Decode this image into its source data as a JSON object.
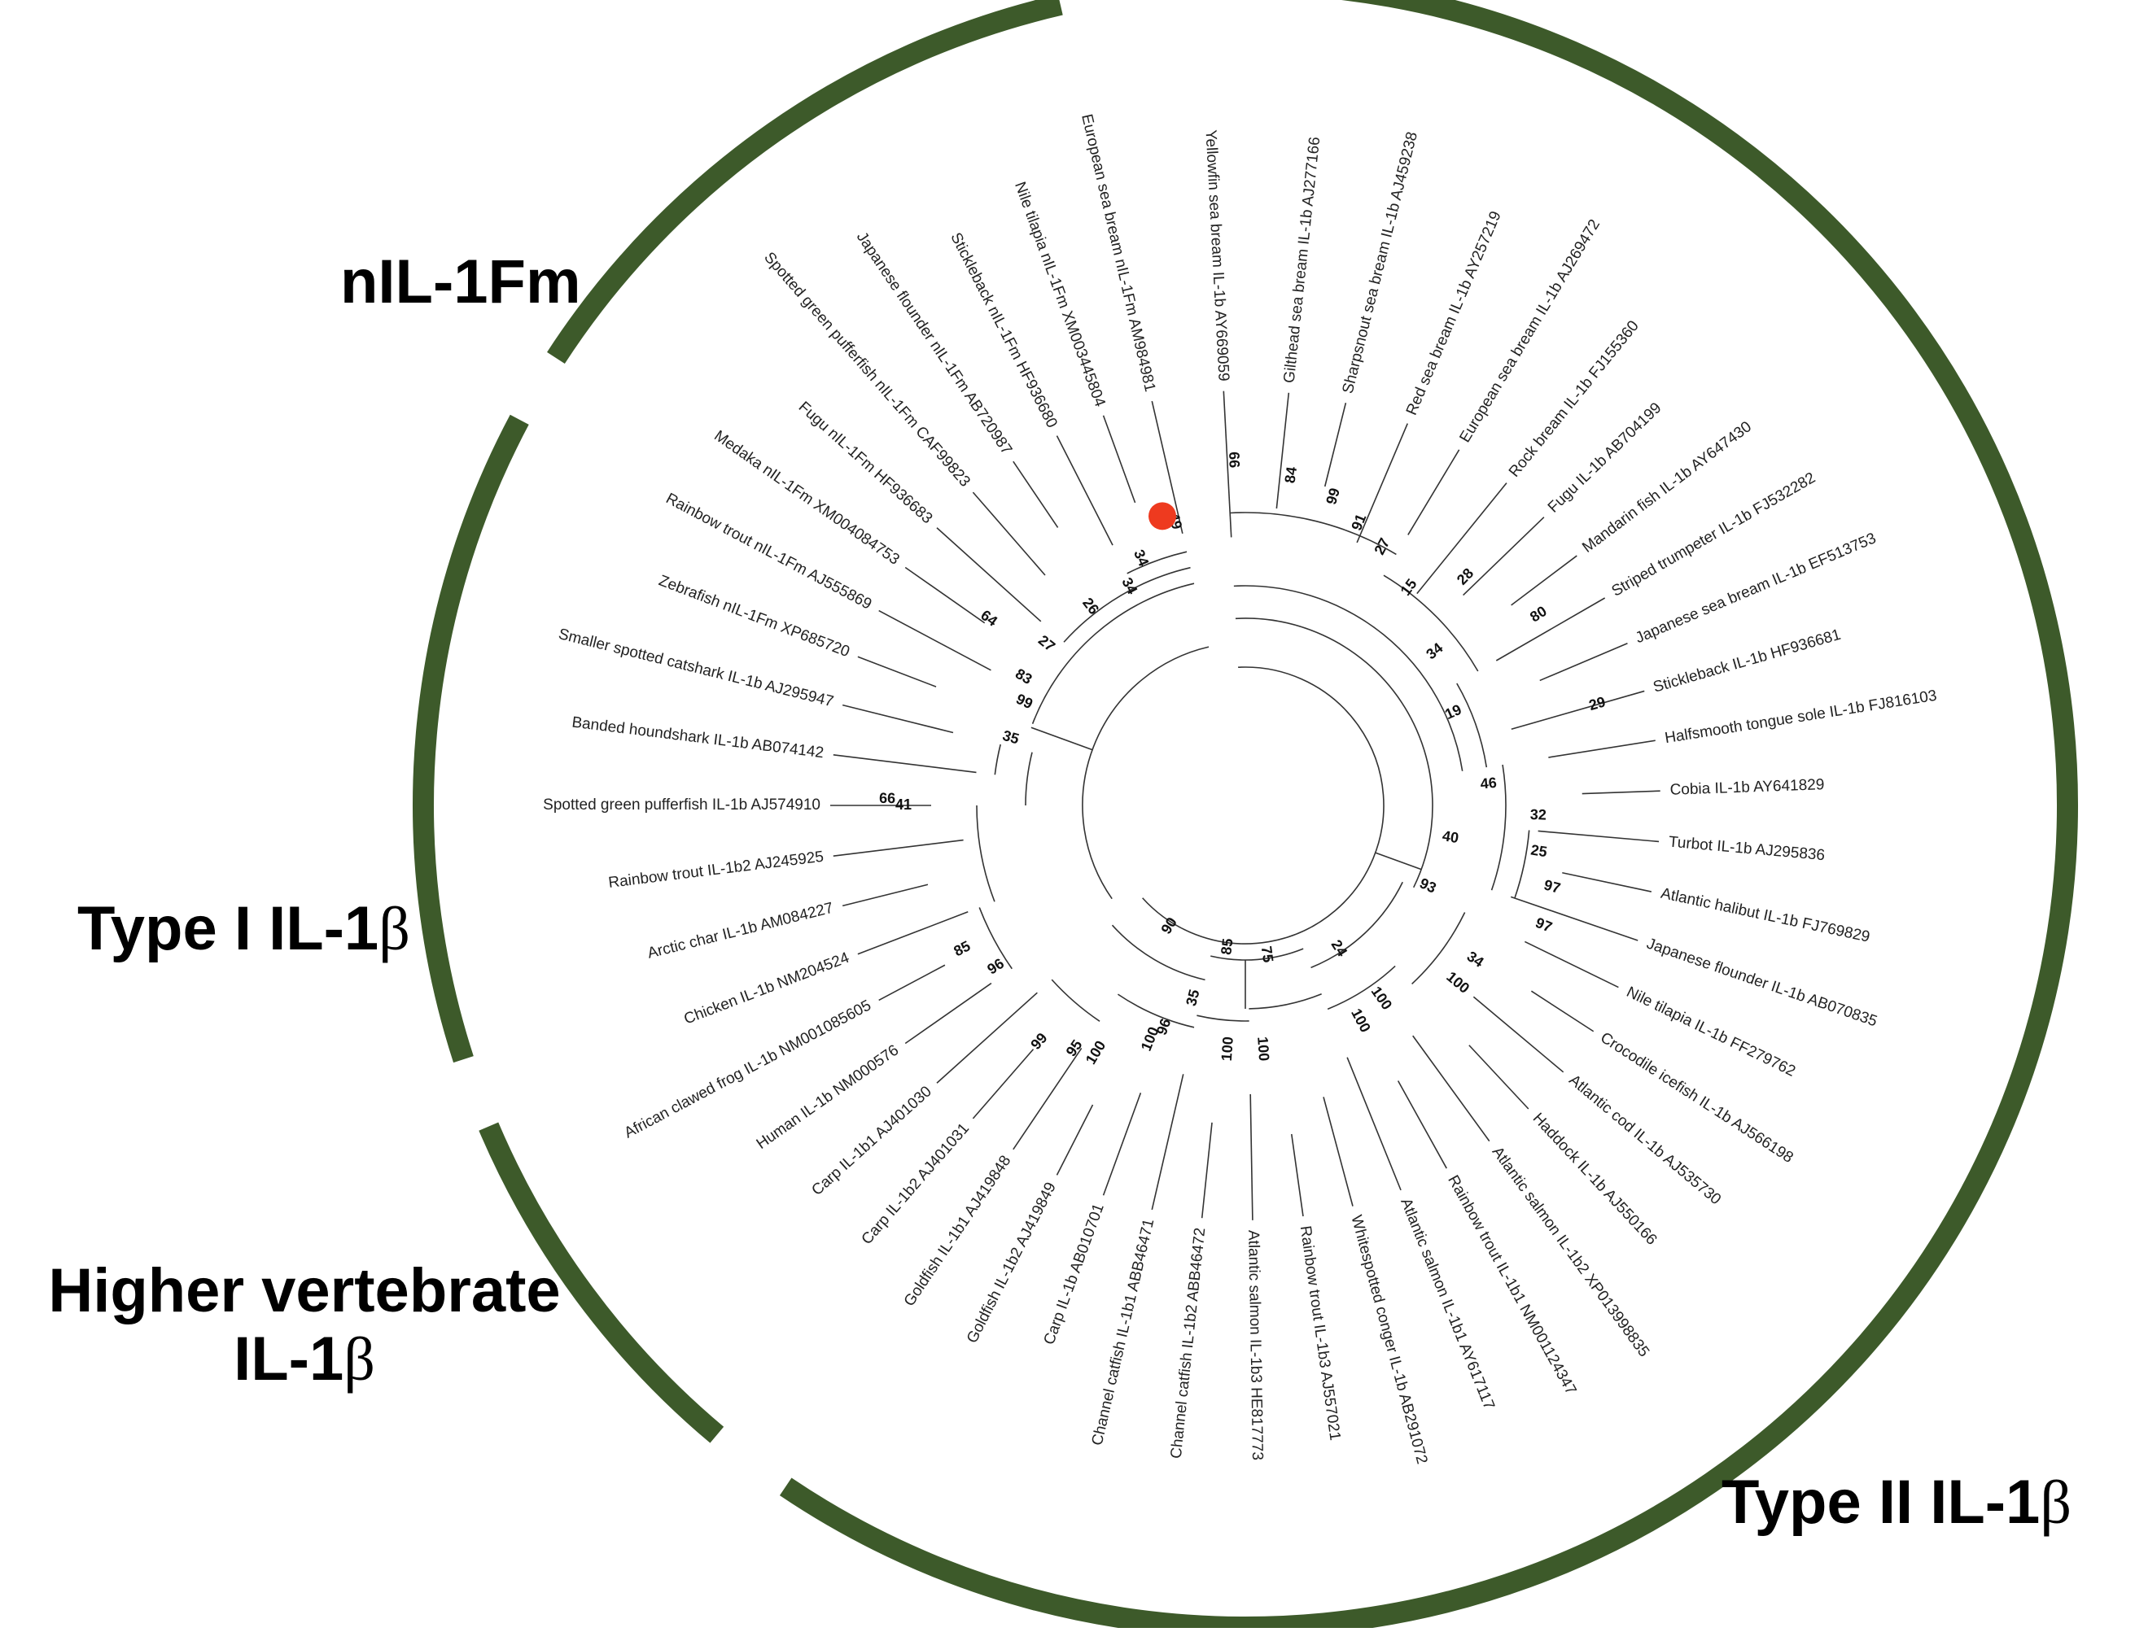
{
  "colors": {
    "arc": "#3d5a2a",
    "branch": "#333333",
    "marker": "#ee3a1f"
  },
  "groups": [
    {
      "id": "nil1fm",
      "parts": [
        "nIL-1Fm"
      ]
    },
    {
      "id": "type1",
      "parts": [
        "Type I IL-1",
        "β"
      ]
    },
    {
      "id": "higher",
      "parts": [
        "Higher vertebrate",
        "IL-1",
        "β"
      ]
    },
    {
      "id": "type2",
      "parts": [
        "Type II IL-1",
        "β"
      ]
    }
  ],
  "leaves": [
    {
      "label": "Yellowfin sea bream IL-1b AY669059",
      "angle": -93
    },
    {
      "label": "Gilthead sea bream IL-1b AJ277166",
      "angle": -84
    },
    {
      "label": "Sharpsnout sea bream IL-1b AJ459238",
      "angle": -76
    },
    {
      "label": "Red sea bream IL-1b AY257219",
      "angle": -67
    },
    {
      "label": "European sea bream IL-1b AJ269472",
      "angle": -59
    },
    {
      "label": "Rock bream IL-1b FJ155360",
      "angle": -51
    },
    {
      "label": "Fugu IL-1b AB704199",
      "angle": -44
    },
    {
      "label": "Mandarin fish IL-1b AY647430",
      "angle": -37
    },
    {
      "label": "Striped trumpeter IL-1b FJ532282",
      "angle": -30
    },
    {
      "label": "Japanese sea bream IL-1b EF513753",
      "angle": -23
    },
    {
      "label": "Stickleback IL-1b HF936681",
      "angle": -16
    },
    {
      "label": "Halfsmooth tongue sole IL-1b FJ816103",
      "angle": -9
    },
    {
      "label": "Cobia IL-1b AY641829",
      "angle": -2
    },
    {
      "label": "Turbot IL-1b AJ295836",
      "angle": 5
    },
    {
      "label": "Atlantic halibut IL-1b FJ769829",
      "angle": 12
    },
    {
      "label": "Japanese flounder IL-1b AB070835",
      "angle": 19
    },
    {
      "label": "Nile tilapia IL-1b FF279762",
      "angle": 26
    },
    {
      "label": "Crocodile icefish IL-1b AJ566198",
      "angle": 33
    },
    {
      "label": "Atlantic cod IL-1b AJ535730",
      "angle": 40
    },
    {
      "label": "Haddock IL-1b AJ550166",
      "angle": 47
    },
    {
      "label": "Atlantic salmon IL-1b2 XP013998835",
      "angle": 54
    },
    {
      "label": "Rainbow trout IL-1b1 NM001124347",
      "angle": 61
    },
    {
      "label": "Atlantic salmon IL-1b1 AY617117",
      "angle": 68
    },
    {
      "label": "Whitespotted conger IL-1b AB291072",
      "angle": 75
    },
    {
      "label": "Rainbow trout IL-1b3 AJ557021",
      "angle": 82
    },
    {
      "label": "Atlantic salmon IL-1b3 HE817773",
      "angle": 89
    },
    {
      "label": "Channel catfish IL-1b2 ABB46472",
      "angle": 96
    },
    {
      "label": "Channel catfish IL-1b1 ABB46471",
      "angle": 103
    },
    {
      "label": "Carp IL-1b AB010701",
      "angle": 110
    },
    {
      "label": "Goldfish IL-1b2 AJ419849",
      "angle": 117
    },
    {
      "label": "Goldfish IL-1b1 AJ419848",
      "angle": 124
    },
    {
      "label": "Carp IL-1b2 AJ401031",
      "angle": 131
    },
    {
      "label": "Carp IL-1b1 AJ401030",
      "angle": 138
    },
    {
      "label": "Human IL-1b NM000576",
      "angle": 145
    },
    {
      "label": "African clawed frog IL-1b NM001085605",
      "angle": 152
    },
    {
      "label": "Chicken IL-1b NM204524",
      "angle": 159
    },
    {
      "label": "Arctic char IL-1b AM084227",
      "angle": 166
    },
    {
      "label": "Rainbow trout IL-1b2 AJ245925",
      "angle": 173
    },
    {
      "label": "Spotted green pufferfish IL-1b AJ574910",
      "angle": 180
    },
    {
      "label": "Banded houndshark IL-1b AB074142",
      "angle": 187
    },
    {
      "label": "Smaller spotted catshark IL-1b AJ295947",
      "angle": 194
    },
    {
      "label": "Zebrafish nIL-1Fm XP685720",
      "angle": 201
    },
    {
      "label": "Rainbow trout nIL-1Fm AJ555869",
      "angle": 208
    },
    {
      "label": "Medaka nIL-1Fm XM004084753",
      "angle": 215
    },
    {
      "label": "Fugu nIL-1Fm HF936683",
      "angle": 222
    },
    {
      "label": "Spotted green pufferfish nIL-1Fm CAF99823",
      "angle": 229
    },
    {
      "label": "Japanese flounder nIL-1Fm AB720987",
      "angle": 236
    },
    {
      "label": "Stickleback nIL-1Fm HF936680",
      "angle": 243
    },
    {
      "label": "Nile tilapia nIL-1Fm XM003445804",
      "angle": 250
    },
    {
      "label": "European sea bream nIL-1Fm AM984981",
      "angle": 257
    }
  ],
  "bootstrap": [
    {
      "v": "66",
      "angle": -92,
      "r": 425
    },
    {
      "v": "84",
      "angle": -82,
      "r": 410
    },
    {
      "v": "99",
      "angle": -74,
      "r": 395
    },
    {
      "v": "91",
      "angle": -68,
      "r": 375
    },
    {
      "v": "27",
      "angle": -62,
      "r": 360
    },
    {
      "v": "15",
      "angle": -53,
      "r": 335
    },
    {
      "v": "28",
      "angle": -46,
      "r": 390
    },
    {
      "v": "80",
      "angle": -33,
      "r": 430
    },
    {
      "v": "34",
      "angle": -39,
      "r": 300
    },
    {
      "v": "29",
      "angle": -16,
      "r": 450
    },
    {
      "v": "19",
      "angle": -24,
      "r": 280
    },
    {
      "v": "46",
      "angle": -5,
      "r": 300
    },
    {
      "v": "32",
      "angle": 2,
      "r": 360
    },
    {
      "v": "25",
      "angle": 9,
      "r": 365
    },
    {
      "v": "97",
      "angle": 15,
      "r": 390
    },
    {
      "v": "97",
      "angle": 22,
      "r": 395
    },
    {
      "v": "40",
      "angle": 9,
      "r": 255
    },
    {
      "v": "93",
      "angle": 24,
      "r": 245
    },
    {
      "v": "34",
      "angle": 34,
      "r": 340
    },
    {
      "v": "100",
      "angle": 40,
      "r": 340
    },
    {
      "v": "100",
      "angle": 55,
      "r": 290
    },
    {
      "v": "100",
      "angle": 62,
      "r": 300
    },
    {
      "v": "24",
      "angle": 57,
      "r": 210
    },
    {
      "v": "75",
      "angle": 82,
      "r": 185
    },
    {
      "v": "100",
      "angle": 86,
      "r": 300
    },
    {
      "v": "100",
      "angle": 94,
      "r": 300
    },
    {
      "v": "85",
      "angle": 97,
      "r": 175
    },
    {
      "v": "35",
      "angle": 105,
      "r": 245
    },
    {
      "v": "96",
      "angle": 110,
      "r": 290
    },
    {
      "v": "100",
      "angle": 112,
      "r": 310
    },
    {
      "v": "100",
      "angle": 121,
      "r": 355
    },
    {
      "v": "95",
      "angle": 125,
      "r": 365
    },
    {
      "v": "99",
      "angle": 131,
      "r": 385
    },
    {
      "v": "90",
      "angle": 122,
      "r": 175
    },
    {
      "v": "96",
      "angle": 147,
      "r": 365
    },
    {
      "v": "85",
      "angle": 153,
      "r": 390
    },
    {
      "v": "41",
      "angle": 180,
      "r": 420
    },
    {
      "v": "66",
      "angle": 181,
      "r": 440
    },
    {
      "v": "35",
      "angle": 196,
      "r": 300
    },
    {
      "v": "99",
      "angle": 205,
      "r": 300
    },
    {
      "v": "83",
      "angle": 210,
      "r": 315
    },
    {
      "v": "27",
      "angle": 219,
      "r": 315
    },
    {
      "v": "64",
      "angle": 216,
      "r": 390
    },
    {
      "v": "26",
      "angle": 232,
      "r": 310
    },
    {
      "v": "34",
      "angle": 242,
      "r": 305
    },
    {
      "v": "34",
      "angle": 247,
      "r": 330
    },
    {
      "v": "49",
      "angle": 256,
      "r": 360
    }
  ],
  "marker_leaf": "Nile tilapia nIL-1Fm XM003445804"
}
